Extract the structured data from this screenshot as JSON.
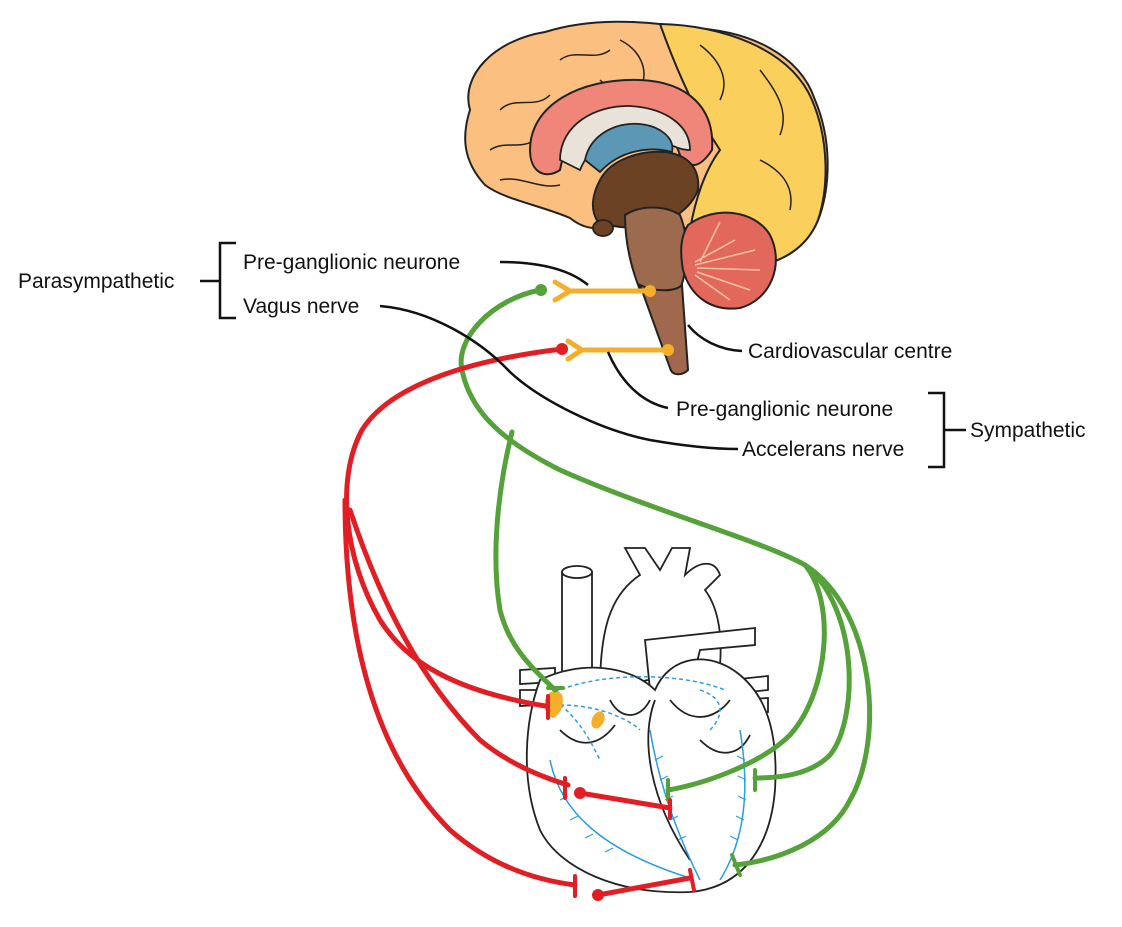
{
  "labels": {
    "parasympathetic": "Parasympathetic",
    "para_preganglionic": "Pre-ganglionic neurone",
    "vagus_nerve": "Vagus nerve",
    "cardiovascular_centre": "Cardiovascular centre",
    "symp_preganglionic": "Pre-ganglionic neurone",
    "accelerans_nerve": "Accelerans nerve",
    "sympathetic": "Sympathetic"
  },
  "colors": {
    "preganglionic_neurone": "#f5ae2a",
    "vagus_nerve_path": "#e21e25",
    "accelerans_nerve_path": "#55a13a",
    "conduction_system": "#2b9de0",
    "leader_lines": "#111111"
  }
}
